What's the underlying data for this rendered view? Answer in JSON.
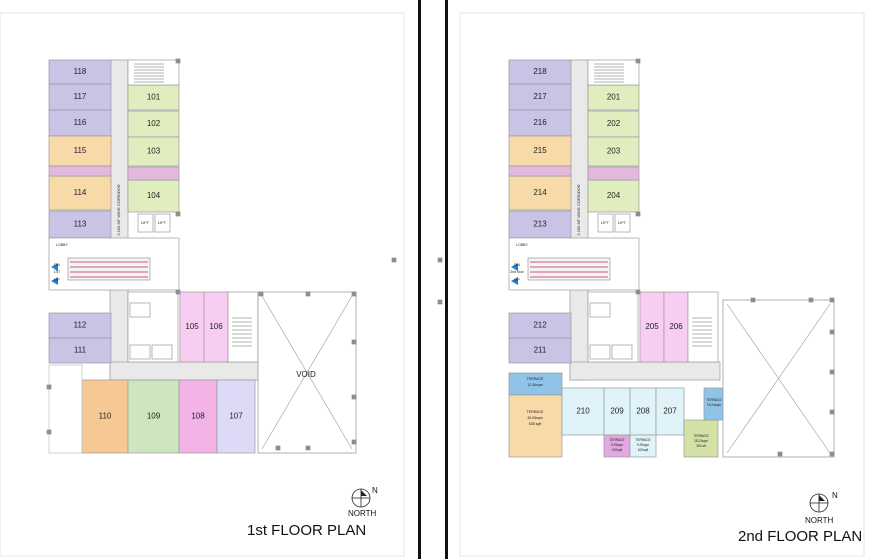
{
  "plans": [
    {
      "title": "1st  FLOOR PLAN",
      "north": "NORTH",
      "north_letter": "N",
      "corridor": "2.150 MT WIDE CORRIDOR",
      "void": "VOID",
      "lobby": "LOBBY",
      "lift": "LIFT",
      "dn": "DN",
      "up": "UP",
      "floor_tag": "1ST",
      "units": [
        {
          "label": "118",
          "color": "#c9c3e6"
        },
        {
          "label": "117",
          "color": "#c9c3e6"
        },
        {
          "label": "116",
          "color": "#c9c3e6"
        },
        {
          "label": "115",
          "color": "#f8d9a8"
        },
        {
          "label": "114",
          "color": "#f8d9a8"
        },
        {
          "label": "113",
          "color": "#c9c3e6"
        },
        {
          "label": "101",
          "color": "#e2edbf"
        },
        {
          "label": "102",
          "color": "#e2edbf"
        },
        {
          "label": "103",
          "color": "#e2edbf"
        },
        {
          "label": "104",
          "color": "#e2edbf"
        },
        {
          "label": "112",
          "color": "#c9c3e6"
        },
        {
          "label": "111",
          "color": "#c9c3e6"
        },
        {
          "label": "105",
          "color": "#f7cdf2"
        },
        {
          "label": "106",
          "color": "#f7cdf2"
        },
        {
          "label": "110",
          "color": "#f6c894"
        },
        {
          "label": "109",
          "color": "#cde6c0"
        },
        {
          "label": "108",
          "color": "#f3b3e6"
        },
        {
          "label": "107",
          "color": "#dcdaf6"
        }
      ]
    },
    {
      "title": "2nd  FLOOR PLAN",
      "north": "NORTH",
      "north_letter": "N",
      "corridor": "2.150 MT WIDE CORRIDOR",
      "lobby": "LOBBY",
      "lift": "LIFT",
      "dn": "DN",
      "up": "UP",
      "floor_tag": "2nd floor",
      "units": [
        {
          "label": "218",
          "color": "#c9c3e6"
        },
        {
          "label": "217",
          "color": "#c9c3e6"
        },
        {
          "label": "216",
          "color": "#c9c3e6"
        },
        {
          "label": "215",
          "color": "#f8d9a8"
        },
        {
          "label": "214",
          "color": "#f8d9a8"
        },
        {
          "label": "213",
          "color": "#c9c3e6"
        },
        {
          "label": "201",
          "color": "#e2edbf"
        },
        {
          "label": "202",
          "color": "#e2edbf"
        },
        {
          "label": "203",
          "color": "#e2edbf"
        },
        {
          "label": "204",
          "color": "#e2edbf"
        },
        {
          "label": "212",
          "color": "#c9c3e6"
        },
        {
          "label": "211",
          "color": "#c9c3e6"
        },
        {
          "label": "205",
          "color": "#f7cdf2"
        },
        {
          "label": "206",
          "color": "#f7cdf2"
        },
        {
          "label": "210",
          "color": "#dff3f8"
        },
        {
          "label": "209",
          "color": "#dff3f8"
        },
        {
          "label": "208",
          "color": "#dff3f8"
        },
        {
          "label": "207",
          "color": "#dff3f8"
        }
      ],
      "terraces": [
        {
          "lines": [
            "TERRACE",
            "12.36sqm"
          ],
          "color": "#8fc3e8"
        },
        {
          "lines": [
            "TERRACE",
            "49.05sqm",
            "528 sqft"
          ],
          "color": "#f8d9a8"
        },
        {
          "lines": [
            "TERRACE",
            "9.29sqm",
            "100sqft"
          ],
          "color": "#e2a8e0"
        },
        {
          "lines": [
            "TERRACE",
            "9.29sqm",
            "100sqft"
          ],
          "color": "#dff3f8"
        },
        {
          "lines": [
            "TERRACE",
            "28.22sqm",
            "304 sft"
          ],
          "color": "#d3e1a7"
        },
        {
          "lines": [
            "TERRACE",
            "15.24sqm"
          ],
          "color": "#8fc3e8"
        }
      ]
    }
  ],
  "colors": {
    "corridor": "#e9e9e9",
    "outline": "#9a9a9a",
    "arrow": "#1f7fd6",
    "escalator": "#d05a7a",
    "divider": "#111111"
  }
}
